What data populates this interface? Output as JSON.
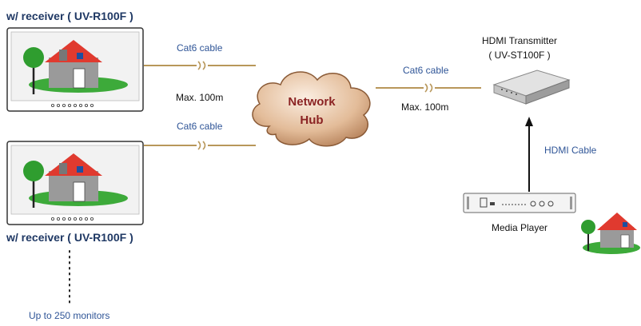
{
  "receivers": {
    "top_label": "w/ receiver  ( UV-R100F )",
    "bottom_label": "w/ receiver  ( UV-R100F )"
  },
  "cables": {
    "top_left": "Cat6 cable",
    "bottom_left": "Cat6 cable",
    "right": "Cat6 cable",
    "top_left_distance": "Max. 100m",
    "right_distance": "Max. 100m",
    "hdmi": "HDMI Cable"
  },
  "hub": {
    "line1": "Network",
    "line2": "Hub"
  },
  "transmitter": {
    "line1": "HDMI Transmitter",
    "line2": "( UV-ST100F )"
  },
  "media_player": {
    "label": "Media Player"
  },
  "footer": {
    "monitors_note": "Up to 250 monitors"
  },
  "colors": {
    "cat6_cable": "#b8975a",
    "label_blue": "#2f5597",
    "receiver_title": "#1f3864",
    "hub_text": "#8b2323",
    "roof": "#e03a2f",
    "grass": "#3daa3a"
  }
}
